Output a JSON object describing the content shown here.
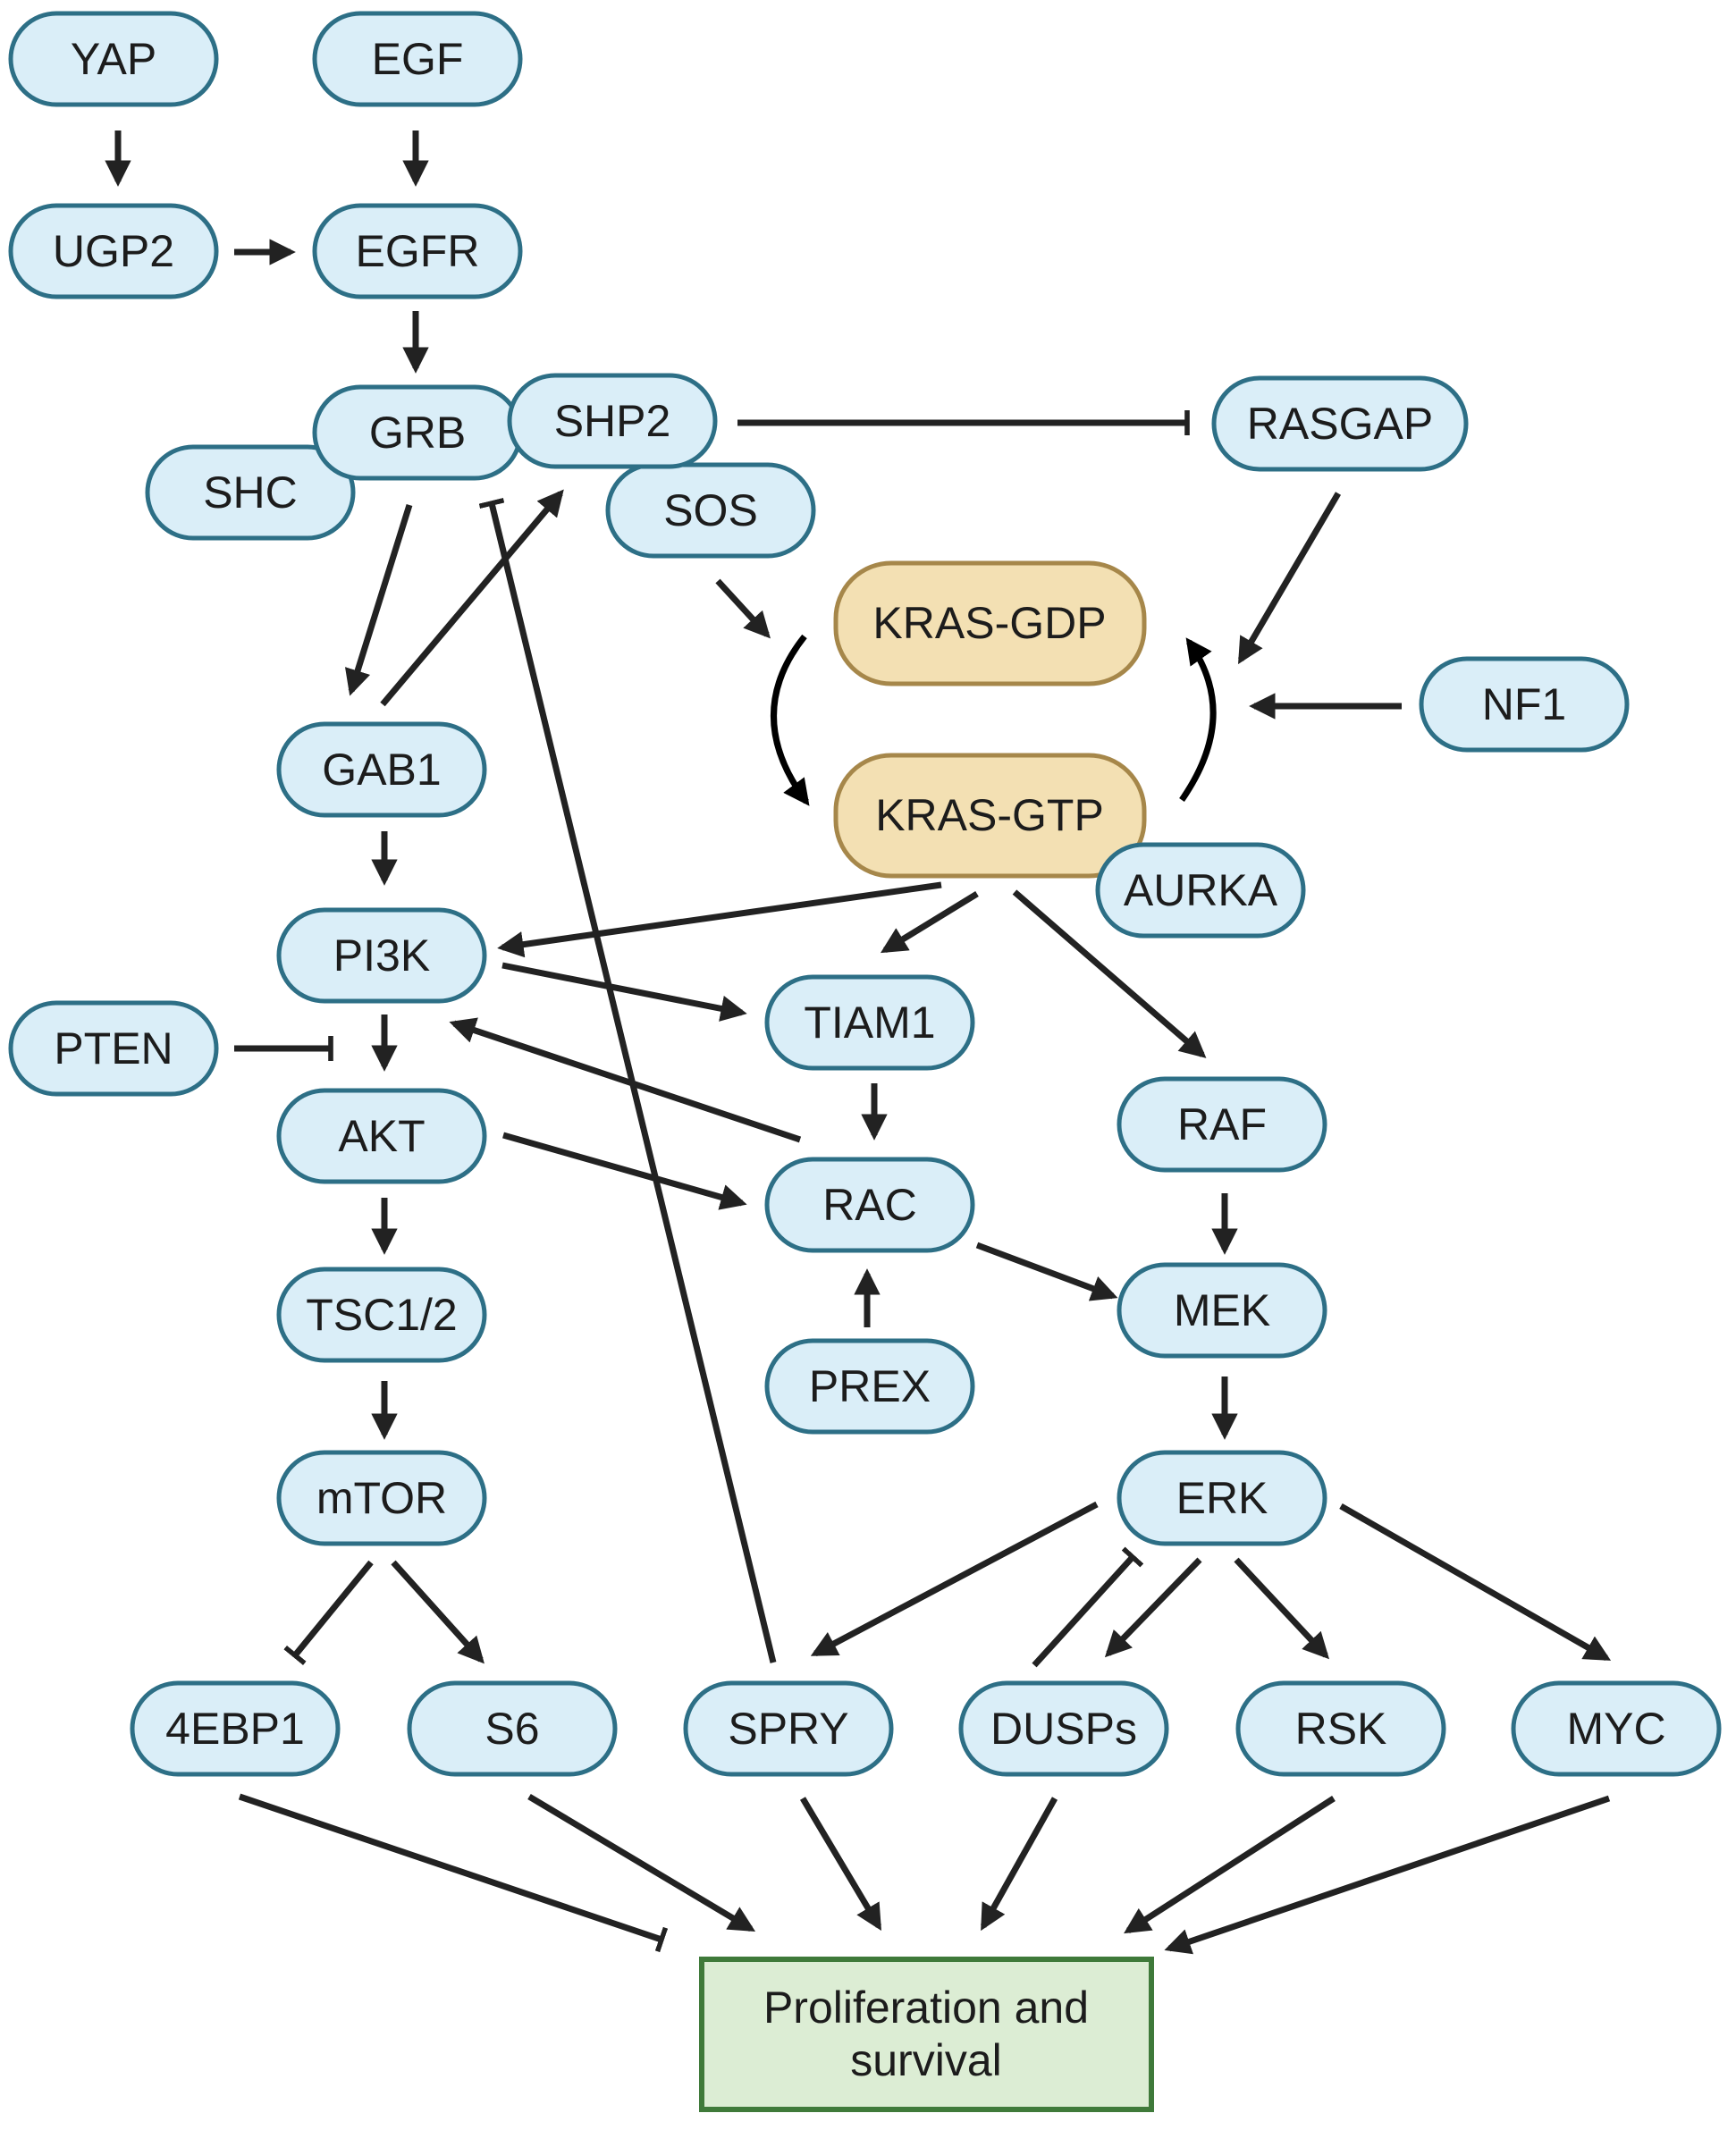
{
  "nodes": {
    "yap": "YAP",
    "egf": "EGF",
    "ugp2": "UGP2",
    "egfr": "EGFR",
    "shc": "SHC",
    "grb": "GRB",
    "shp2": "SHP2",
    "sos": "SOS",
    "rasgap": "RASGAP",
    "kras_gdp": "KRAS-GDP",
    "kras_gtp": "KRAS-GTP",
    "nf1": "NF1",
    "aurka": "AURKA",
    "gab1": "GAB1",
    "pi3k": "PI3K",
    "pten": "PTEN",
    "akt": "AKT",
    "tiam1": "TIAM1",
    "rac": "RAC",
    "prex": "PREX",
    "raf": "RAF",
    "mek": "MEK",
    "erk": "ERK",
    "tsc": "TSC1/2",
    "mtor": "mTOR",
    "ebp1": "4EBP1",
    "s6": "S6",
    "spry": "SPRY",
    "dusps": "DUSPs",
    "rsk": "RSK",
    "myc": "MYC"
  },
  "outcome": {
    "line1": "Proliferation and",
    "line2": "survival"
  },
  "colors": {
    "node_fill": "#daeef8",
    "node_stroke": "#2d6f86",
    "kras_fill": "#f3e0b3",
    "kras_stroke": "#a6874a",
    "outcome_fill": "#dcedd4",
    "outcome_stroke": "#3f7a3a",
    "edge": "#222222"
  },
  "edges": [
    {
      "from": "YAP",
      "to": "UGP2",
      "type": "activation"
    },
    {
      "from": "EGF",
      "to": "EGFR",
      "type": "activation"
    },
    {
      "from": "UGP2",
      "to": "EGFR",
      "type": "activation"
    },
    {
      "from": "EGFR",
      "to": "GRB",
      "type": "activation"
    },
    {
      "from": "SHP2",
      "to": "RASGAP",
      "type": "inhibition"
    },
    {
      "from": "GRB",
      "to": "GAB1",
      "type": "activation"
    },
    {
      "from": "GAB1",
      "to": "SHP2",
      "type": "activation"
    },
    {
      "from": "SOS",
      "to": "KRAS-GDP",
      "type": "activation"
    },
    {
      "from": "RASGAP",
      "to": "KRAS-GTP",
      "type": "activation"
    },
    {
      "from": "NF1",
      "to": "KRAS-GTP",
      "type": "activation"
    },
    {
      "from": "GAB1",
      "to": "PI3K",
      "type": "activation"
    },
    {
      "from": "KRAS-GTP",
      "to": "PI3K",
      "type": "activation"
    },
    {
      "from": "KRAS-GTP",
      "to": "TIAM1",
      "type": "activation"
    },
    {
      "from": "KRAS-GTP",
      "to": "RAF",
      "type": "activation"
    },
    {
      "from": "PI3K",
      "to": "TIAM1",
      "type": "activation"
    },
    {
      "from": "RAC",
      "to": "PI3K",
      "type": "activation"
    },
    {
      "from": "PI3K",
      "to": "AKT",
      "type": "activation"
    },
    {
      "from": "PTEN",
      "to": "AKT",
      "type": "inhibition"
    },
    {
      "from": "AKT",
      "to": "RAC",
      "type": "activation"
    },
    {
      "from": "TIAM1",
      "to": "RAC",
      "type": "activation"
    },
    {
      "from": "PREX",
      "to": "RAC",
      "type": "activation"
    },
    {
      "from": "RAC",
      "to": "MEK",
      "type": "activation"
    },
    {
      "from": "RAF",
      "to": "MEK",
      "type": "activation"
    },
    {
      "from": "MEK",
      "to": "ERK",
      "type": "activation"
    },
    {
      "from": "AKT",
      "to": "TSC1/2",
      "type": "activation"
    },
    {
      "from": "TSC1/2",
      "to": "mTOR",
      "type": "activation"
    },
    {
      "from": "mTOR",
      "to": "4EBP1",
      "type": "inhibition"
    },
    {
      "from": "mTOR",
      "to": "S6",
      "type": "activation"
    },
    {
      "from": "ERK",
      "to": "SPRY",
      "type": "activation"
    },
    {
      "from": "ERK",
      "to": "DUSPs",
      "type": "activation"
    },
    {
      "from": "DUSPs",
      "to": "ERK",
      "type": "inhibition"
    },
    {
      "from": "ERK",
      "to": "RSK",
      "type": "activation"
    },
    {
      "from": "ERK",
      "to": "MYC",
      "type": "activation"
    },
    {
      "from": "SPRY",
      "to": "GRB",
      "type": "inhibition"
    },
    {
      "from": "4EBP1",
      "to": "Proliferation and survival",
      "type": "inhibition"
    },
    {
      "from": "S6",
      "to": "Proliferation and survival",
      "type": "activation"
    },
    {
      "from": "SPRY",
      "to": "Proliferation and survival",
      "type": "activation"
    },
    {
      "from": "DUSPs",
      "to": "Proliferation and survival",
      "type": "activation"
    },
    {
      "from": "RSK",
      "to": "Proliferation and survival",
      "type": "activation"
    },
    {
      "from": "MYC",
      "to": "Proliferation and survival",
      "type": "activation"
    }
  ]
}
